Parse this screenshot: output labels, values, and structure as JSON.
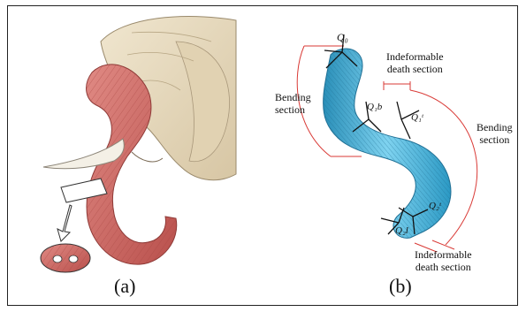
{
  "panel_a": {
    "label": "(a)"
  },
  "panel_b": {
    "label": "(b)",
    "annotations": {
      "q0": "Q₀",
      "q1b": "Q₁b",
      "q1t": "Q₁ᵗ",
      "q2t": "Q₂ᵗ",
      "q2l": "Q₂l",
      "bending_left_1": "Bending",
      "bending_left_2": "section",
      "bending_right_1": "Bending",
      "bending_right_2": "section",
      "indef_top_1": "Indeformable",
      "indef_top_2": "death section",
      "indef_bottom_1": "Indeformable",
      "indef_bottom_2": "death section"
    }
  },
  "colors": {
    "skin": "#e8dcc4",
    "muscle": "#cf6b66",
    "tusk": "#f3efe6",
    "trunk_model": "#47b8dd",
    "annotation_red": "#d93a36"
  }
}
